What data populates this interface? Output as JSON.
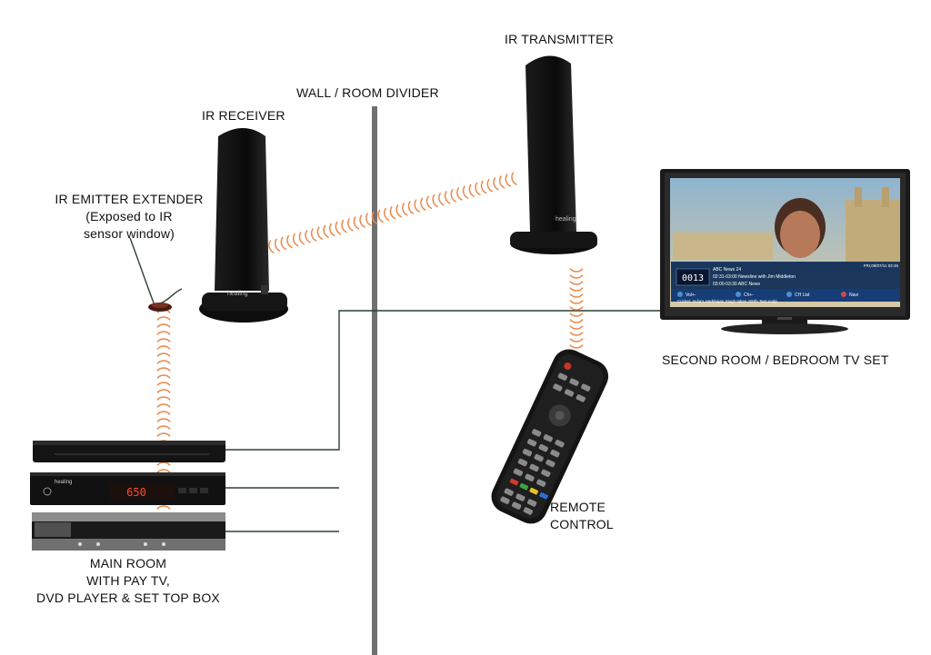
{
  "labels": {
    "ir_transmitter": "IR TRANSMITTER",
    "wall_divider": "WALL / ROOM DIVIDER",
    "ir_receiver": "IR RECEIVER",
    "emitter_line1": "IR EMITTER EXTENDER",
    "emitter_line2": "(Exposed to IR",
    "emitter_line3": "sensor window)",
    "second_room": "SECOND ROOM / BEDROOM TV SET",
    "remote_line1": "REMOTE",
    "remote_line2": "CONTROL",
    "main_line1": "MAIN ROOM",
    "main_line2": "WITH PAY TV,",
    "main_line3": "DVD PLAYER & SET TOP BOX"
  },
  "brand": "healing",
  "stb_display": "650",
  "tv_screen": {
    "channel_number": "0013",
    "info_line1": "ABC News 24",
    "info_line2": "02:31-03:00 Newsline with Jim Middleton",
    "info_line3": "03:00-03:30 ABC News",
    "date": "FRI,08/07/11 02:45",
    "ticker": "Cricket: India's Harbhajan Singh takes 400th Test scalp",
    "buttons": [
      "Vol+-",
      "Ch+-",
      "CH List",
      "Navi"
    ]
  },
  "colors": {
    "wave": "#e8894a",
    "device": "#141414",
    "wall": "#707070",
    "cable": "#2e3f33"
  }
}
